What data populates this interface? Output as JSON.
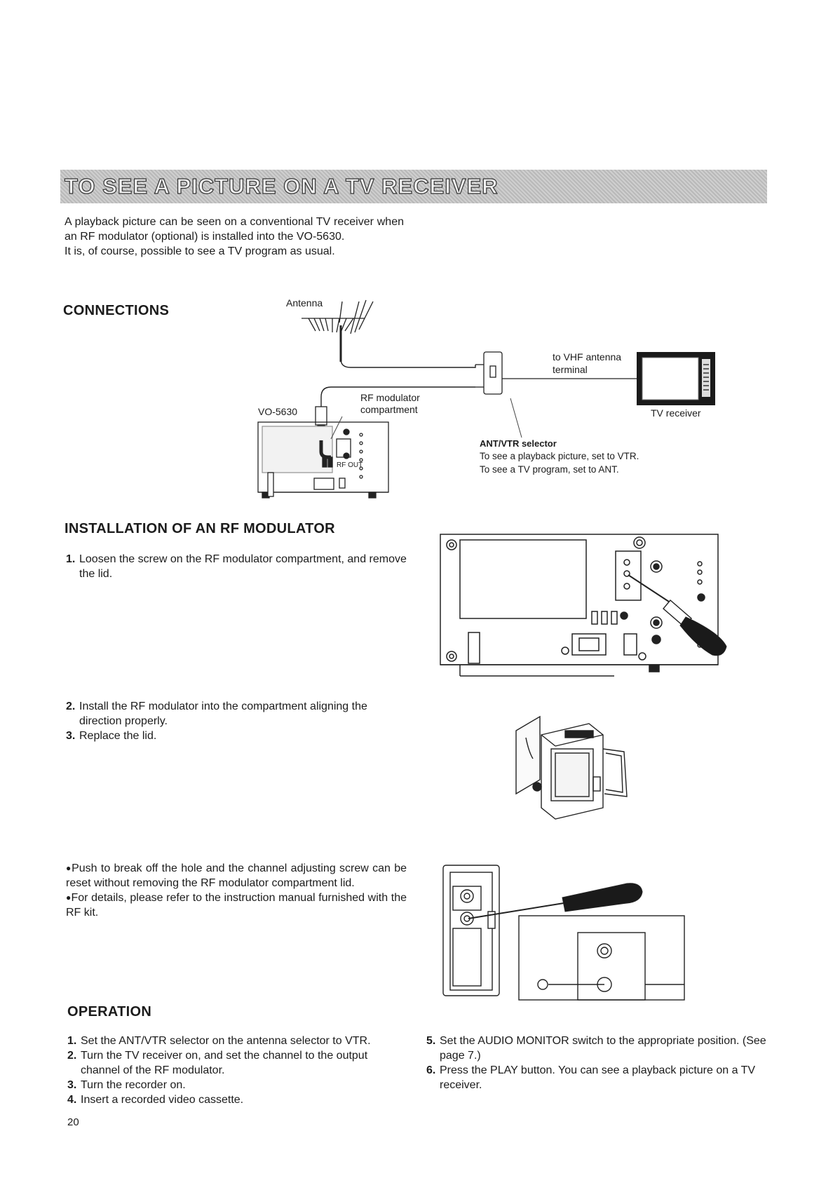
{
  "page": {
    "title": "TO SEE A PICTURE ON A TV RECEIVER",
    "intro": [
      "A playback picture can be seen on a conventional TV receiver when an RF modulator (optional) is installed into the VO-5630.",
      "It is, of course, possible to see a TV program as usual."
    ],
    "page_number": "20"
  },
  "connections": {
    "heading": "CONNECTIONS",
    "labels": {
      "antenna": "Antenna",
      "vhf_line1": "to VHF antenna",
      "vhf_line2": "terminal",
      "rf_line1": "RF modulator",
      "rf_line2": "compartment",
      "model": "VO-5630",
      "tv": "TV receiver",
      "rf_out": "RF OUT"
    },
    "selector": {
      "title": "ANT/VTR selector",
      "line1": "To see a playback picture, set to VTR.",
      "line2": "To see a TV program, set to ANT."
    }
  },
  "installation": {
    "heading": "INSTALLATION OF AN RF MODULATOR",
    "step1": {
      "num": "1.",
      "text": "Loosen the screw on the RF modulator compartment, and remove the lid."
    },
    "step2": {
      "num": "2.",
      "text": "Install the RF modulator into the compartment aligning the direction properly."
    },
    "step3": {
      "num": "3.",
      "text": "Replace the lid."
    },
    "notes": [
      "Push to break off the hole and the channel adjusting screw can be reset without removing the RF modulator compartment lid.",
      "For details, please refer to the instruction manual furnished with the RF kit."
    ]
  },
  "operation": {
    "heading": "OPERATION",
    "steps_left": [
      {
        "num": "1.",
        "text": "Set the ANT/VTR selector on the antenna selector to VTR."
      },
      {
        "num": "2.",
        "text": "Turn the TV receiver on, and set the channel to the output channel of the RF modulator."
      },
      {
        "num": "3.",
        "text": "Turn the recorder on."
      },
      {
        "num": "4.",
        "text": "Insert a recorded video cassette."
      }
    ],
    "steps_right": [
      {
        "num": "5.",
        "text": "Set the AUDIO MONITOR switch to the appropriate position. (See page 7.)"
      },
      {
        "num": "6.",
        "text": "Press the PLAY button. You can see a playback picture on a TV receiver."
      }
    ]
  }
}
